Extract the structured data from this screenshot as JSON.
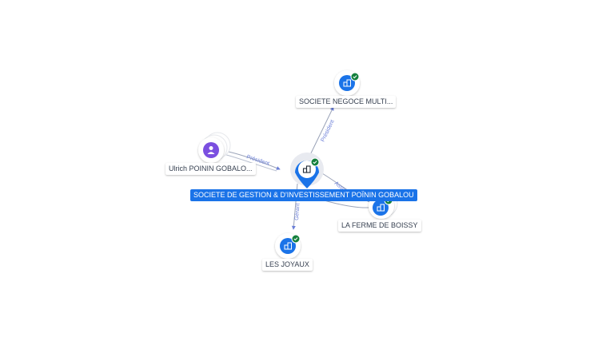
{
  "colors": {
    "accent": "#1a73e8",
    "person": "#7b4fe0",
    "verified": "#15803d",
    "edge": "#9aa3b8",
    "edge_label": "#6b7fd7"
  },
  "center_node": {
    "label": "SOCIETE DE GESTION & D'INVESTISSEMENT POÏNIN GOBALOU",
    "icon": "building-icon",
    "verified": true
  },
  "nodes": [
    {
      "id": "societe-negoce",
      "label": "SOCIETE NEGOCE MULTI...",
      "type": "company",
      "icon": "building-icon",
      "verified": true
    },
    {
      "id": "ulrich",
      "label": "Ulrich POININ GOBALO...",
      "type": "person",
      "icon": "person-icon",
      "verified": false
    },
    {
      "id": "ferme-boissy",
      "label": "LA FERME DE BOISSY",
      "type": "company",
      "icon": "building-icon",
      "verified": true
    },
    {
      "id": "les-joyaux",
      "label": "LES JOYAUX",
      "type": "company",
      "icon": "building-icon",
      "verified": true
    }
  ],
  "edges": [
    {
      "from": "center",
      "to": "societe-negoce",
      "label": "Président"
    },
    {
      "from": "ulrich",
      "to": "center",
      "label": "Président"
    },
    {
      "from": "center",
      "to": "ferme-boissy",
      "label": "Associé"
    },
    {
      "from": "center",
      "to": "les-joyaux",
      "label": "Gérant"
    }
  ]
}
